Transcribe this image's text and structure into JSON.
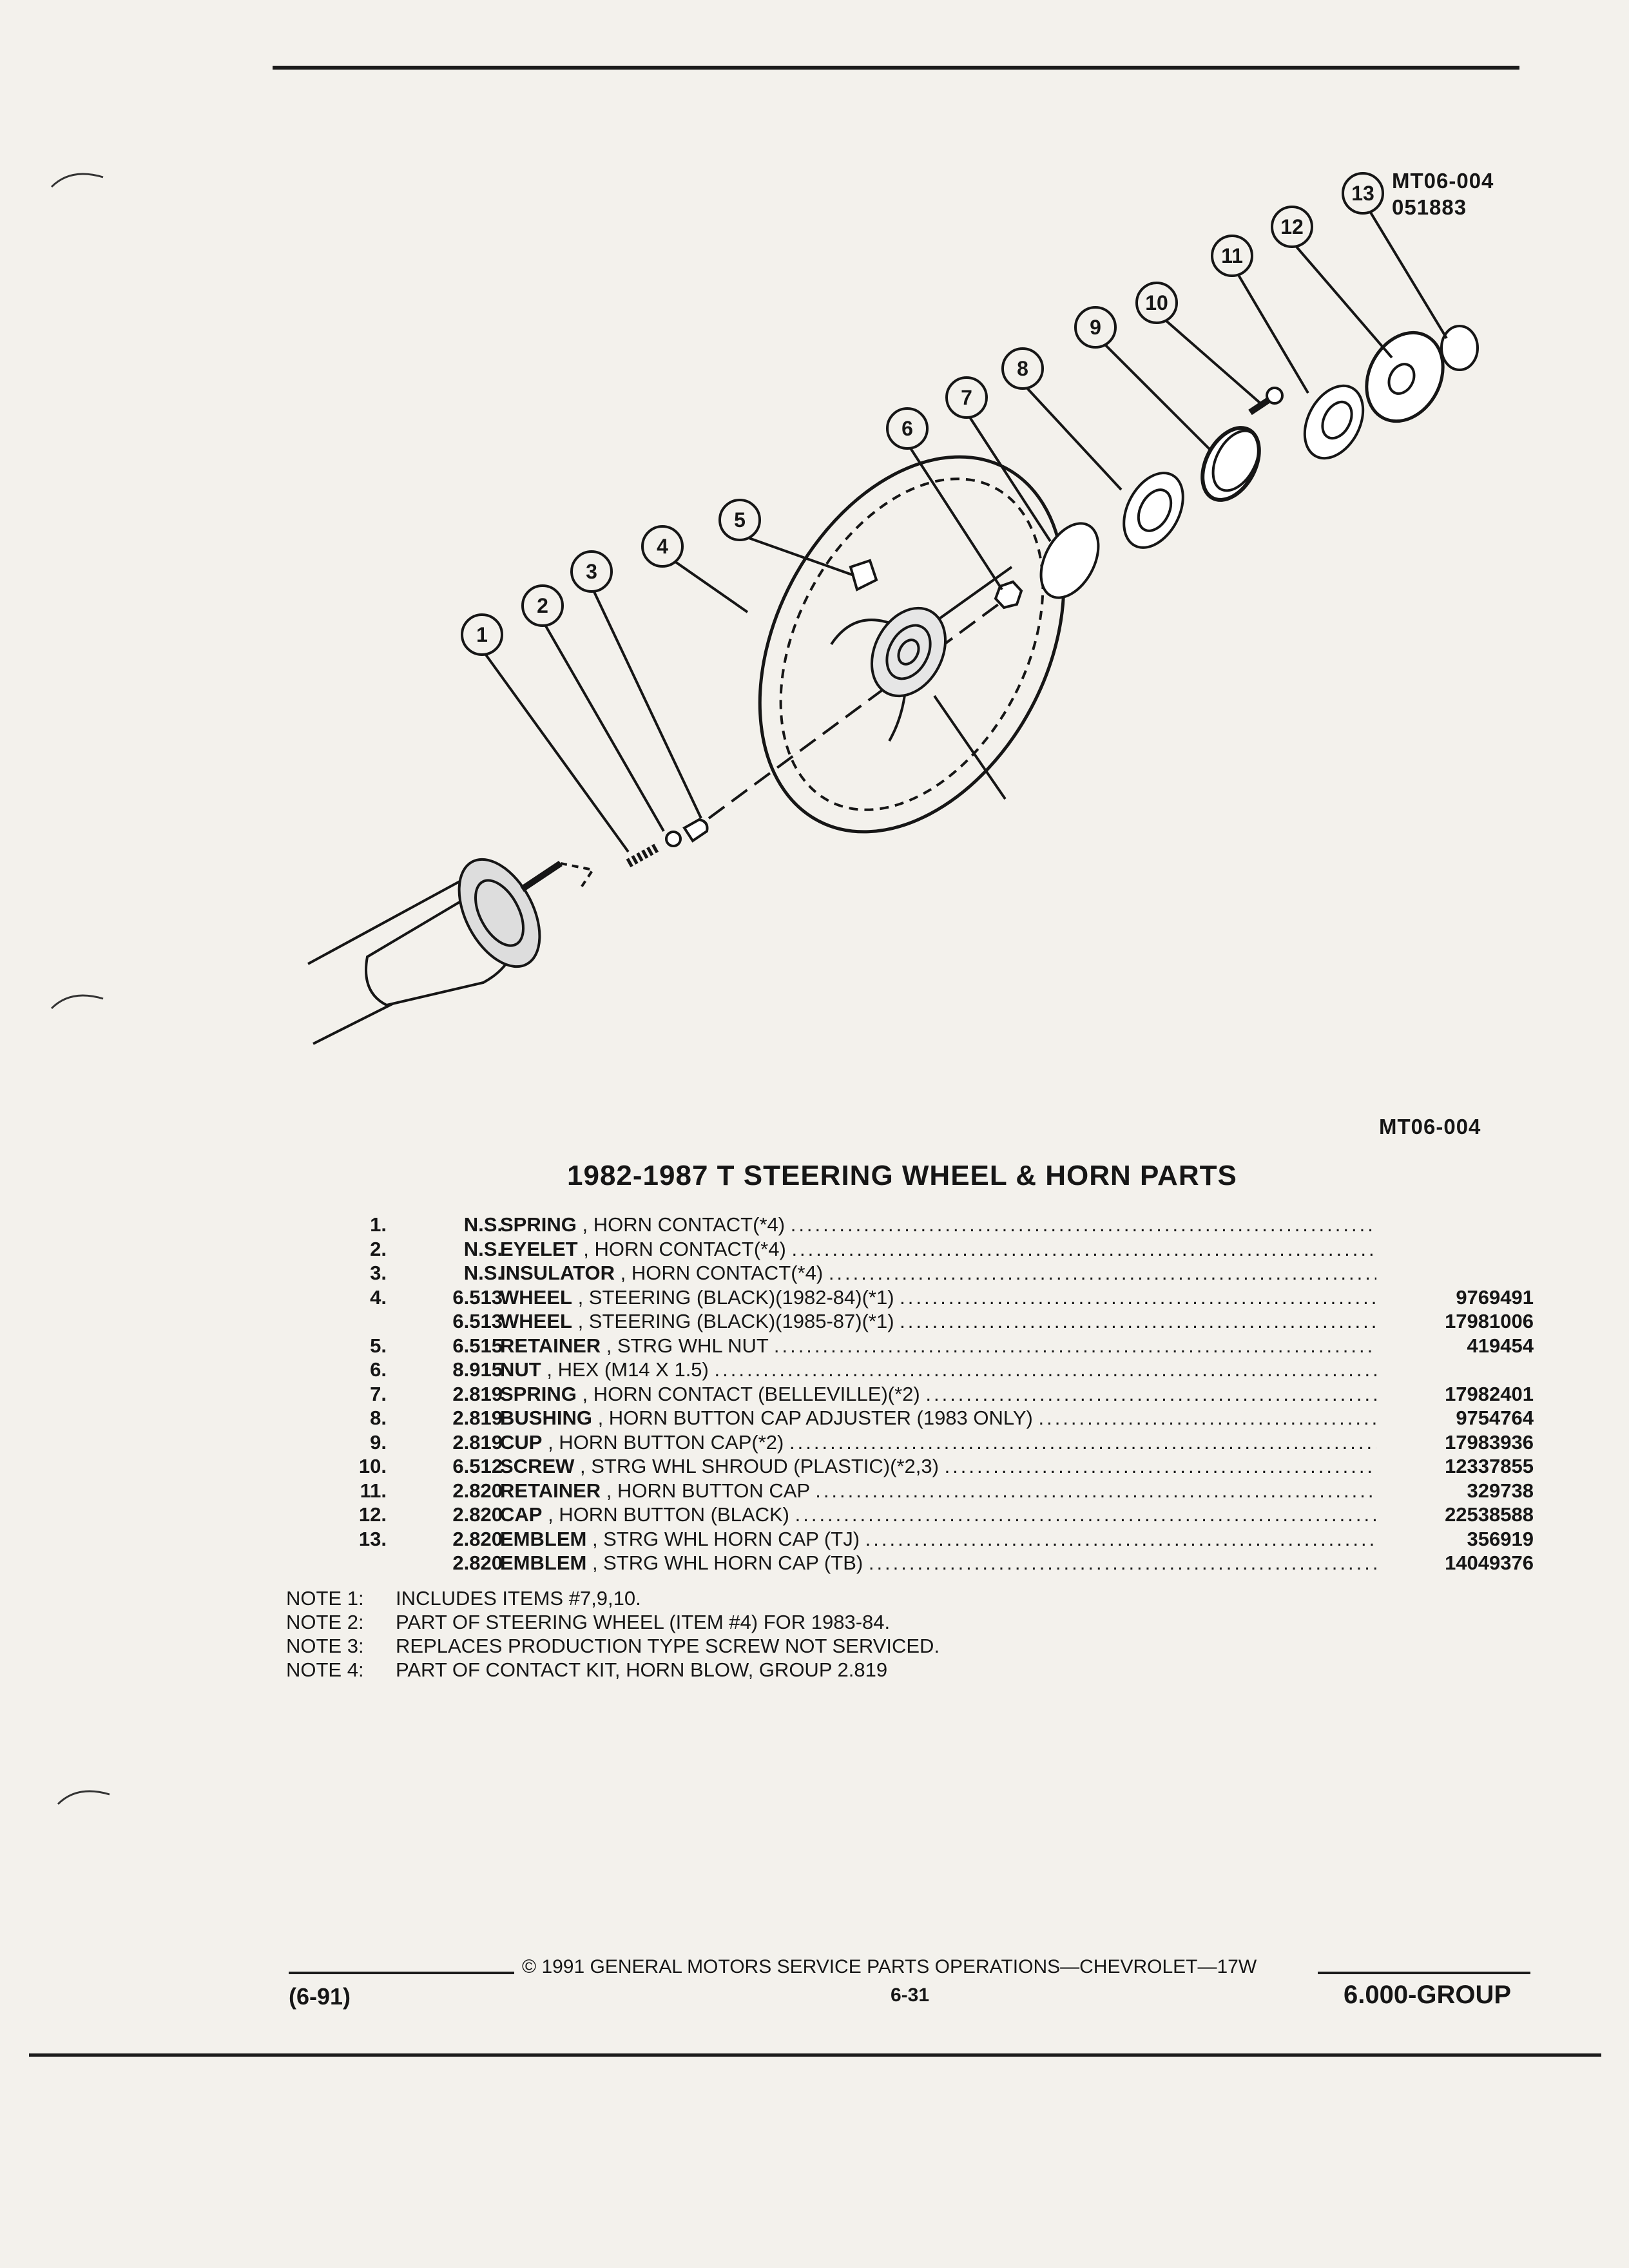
{
  "figure": {
    "ref_top_line1": "MT06-004",
    "ref_top_line2": "051883",
    "ref_bottom": "MT06-004",
    "callouts": [
      "1",
      "2",
      "3",
      "4",
      "5",
      "6",
      "7",
      "8",
      "9",
      "10",
      "11",
      "12",
      "13"
    ]
  },
  "title": "1982-1987 T STEERING WHEEL & HORN PARTS",
  "parts": [
    {
      "item": "1.",
      "group": "N.S.",
      "name": "SPRING",
      "detail": ", HORN CONTACT(*4)",
      "part": ""
    },
    {
      "item": "2.",
      "group": "N.S.",
      "name": "EYELET",
      "detail": ", HORN CONTACT(*4)",
      "part": ""
    },
    {
      "item": "3.",
      "group": "N.S.",
      "name": "INSULATOR",
      "detail": ", HORN CONTACT(*4)",
      "part": ""
    },
    {
      "item": "4.",
      "group": "6.513",
      "name": "WHEEL",
      "detail": ", STEERING (BLACK)(1982-84)(*1)",
      "part": "9769491"
    },
    {
      "item": "",
      "group": "6.513",
      "name": "WHEEL",
      "detail": ", STEERING (BLACK)(1985-87)(*1)",
      "part": "17981006"
    },
    {
      "item": "5.",
      "group": "6.515",
      "name": "RETAINER",
      "detail": ", STRG WHL NUT",
      "part": "419454"
    },
    {
      "item": "6.",
      "group": "8.915",
      "name": "NUT",
      "detail": ", HEX (M14 X 1.5)",
      "part": ""
    },
    {
      "item": "7.",
      "group": "2.819",
      "name": "SPRING",
      "detail": ", HORN CONTACT (BELLEVILLE)(*2)",
      "part": "17982401"
    },
    {
      "item": "8.",
      "group": "2.819",
      "name": "BUSHING",
      "detail": ", HORN BUTTON CAP ADJUSTER (1983 ONLY)",
      "part": "9754764"
    },
    {
      "item": "9.",
      "group": "2.819",
      "name": "CUP",
      "detail": ", HORN BUTTON CAP(*2)",
      "part": "17983936"
    },
    {
      "item": "10.",
      "group": "6.512",
      "name": "SCREW",
      "detail": ", STRG WHL SHROUD (PLASTIC)(*2,3)",
      "part": "12337855"
    },
    {
      "item": "11.",
      "group": "2.820",
      "name": "RETAINER",
      "detail": ", HORN BUTTON CAP",
      "part": "329738"
    },
    {
      "item": "12.",
      "group": "2.820",
      "name": "CAP",
      "detail": ", HORN BUTTON (BLACK)",
      "part": "22538588"
    },
    {
      "item": "13.",
      "group": "2.820",
      "name": "EMBLEM",
      "detail": ", STRG WHL HORN CAP (TJ)",
      "part": "356919"
    },
    {
      "item": "",
      "group": "2.820",
      "name": "EMBLEM",
      "detail": ", STRG WHL HORN CAP (TB)",
      "part": "14049376"
    }
  ],
  "notes": [
    {
      "label": "NOTE 1:",
      "text": "INCLUDES ITEMS #7,9,10."
    },
    {
      "label": "NOTE 2:",
      "text": "PART OF STEERING WHEEL (ITEM #4) FOR 1983-84."
    },
    {
      "label": "NOTE 3:",
      "text": "REPLACES PRODUCTION TYPE SCREW NOT SERVICED."
    },
    {
      "label": "NOTE 4:",
      "text": "PART OF CONTACT KIT, HORN BLOW, GROUP 2.819"
    }
  ],
  "footer": {
    "copyright": "© 1991 GENERAL MOTORS SERVICE PARTS OPERATIONS—CHEVROLET—17W",
    "page": "6-31",
    "date": "(6-91)",
    "group": "6.000-GROUP"
  },
  "colors": {
    "paper": "#f3f1ec",
    "ink": "#161616"
  }
}
